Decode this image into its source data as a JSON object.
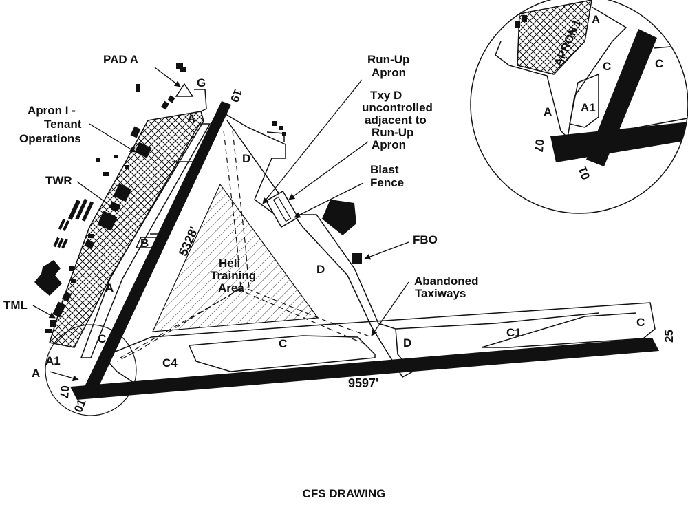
{
  "title": "CFS DRAWING",
  "colors": {
    "ink": "#111111",
    "paper": "#ffffff"
  },
  "runways": {
    "r19_end": "19",
    "r01_end": "01",
    "r07_end": "07",
    "r25_end": "25",
    "r01_19_length": "5328'",
    "r07_25_length": "9597'"
  },
  "taxiways": {
    "A_north": "A",
    "A_west": "A",
    "A_sw": "A",
    "A1": "A1",
    "B": "B",
    "C_west": "C",
    "C_mid": "C",
    "C_east": "C",
    "C1": "C1",
    "C4": "C4",
    "D_north": "D",
    "D_mid": "D",
    "D_south": "D",
    "G": "G"
  },
  "facilities": {
    "pad_a": "PAD A",
    "apron_line1": "Apron I -",
    "apron_line2": "Tenant",
    "apron_line3": "Operations",
    "twr": "TWR",
    "tml": "TML",
    "fbo": "FBO",
    "heli_line1": "Heli",
    "heli_line2": "Training",
    "heli_line3": "Area"
  },
  "callouts": {
    "runup_line1": "Run-Up",
    "runup_line2": "Apron",
    "txyd_line1": "Txy D",
    "txyd_line2": "uncontrolled",
    "txyd_line3": "adjacent to",
    "txyd_line4": "Run-Up",
    "txyd_line5": "Apron",
    "blast_line1": "Blast",
    "blast_line2": "Fence",
    "abandoned_line1": "Abandoned",
    "abandoned_line2": "Taxiways"
  },
  "inset": {
    "apron": "APRON I",
    "A_top": "A",
    "A_left": "A",
    "C_left": "C",
    "C_right": "C",
    "A1": "A1",
    "r07": "07",
    "r01": "01"
  }
}
